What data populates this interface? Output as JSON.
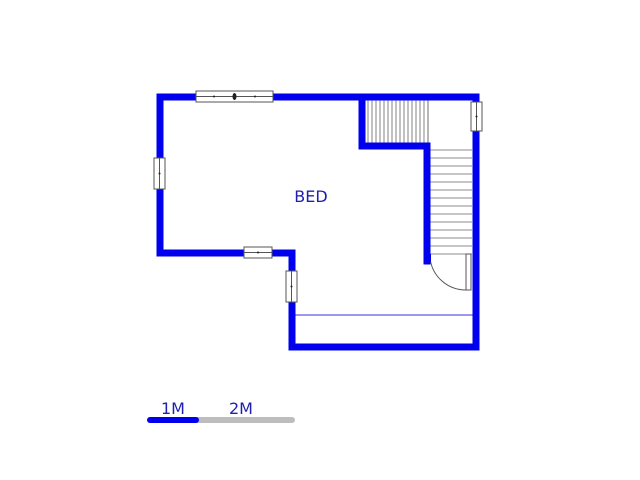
{
  "plan": {
    "room_label": "BED",
    "colors": {
      "wall": "#0000ee",
      "text": "#1f1fb0",
      "fixture": "#555555",
      "scale_inactive": "#bdbdbd"
    },
    "icons": [
      "window-icon",
      "door-swing-icon",
      "staircase-icon"
    ]
  },
  "scale_bar": {
    "label_1": "1M",
    "label_2": "2M"
  }
}
